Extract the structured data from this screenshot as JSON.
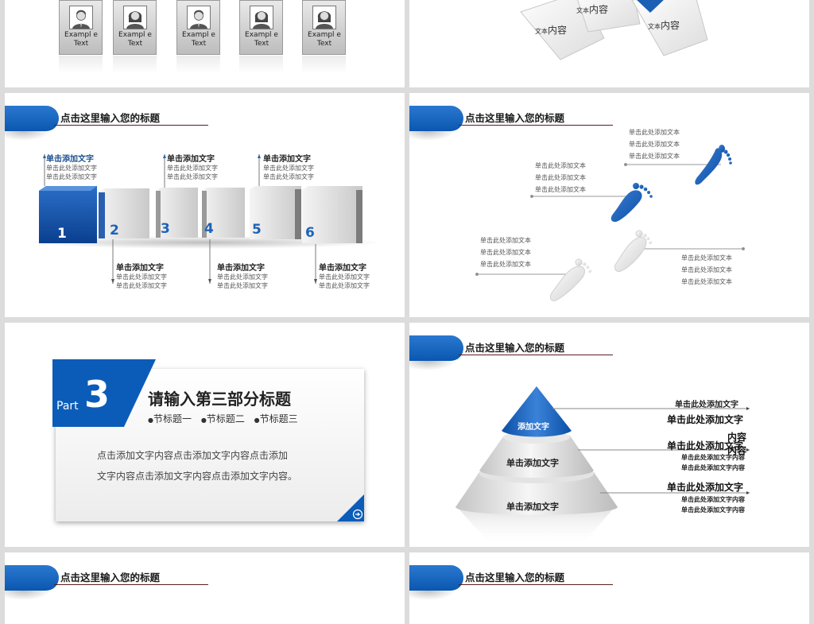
{
  "colors": {
    "accent": "#0b5cb8",
    "dark": "#1a1a1a",
    "grey": "#c8c8c8"
  },
  "slide_header_title": "点击这里输入您的标题",
  "avatars": [
    {
      "gender": "male",
      "label": "Exampl e Text"
    },
    {
      "gender": "female",
      "label": "Exampl e Text"
    },
    {
      "gender": "male",
      "label": "Exampl e Text"
    },
    {
      "gender": "female",
      "label": "Exampl e Text"
    },
    {
      "gender": "female",
      "label": "Exampl e Text"
    }
  ],
  "puzzle": {
    "small1": "文本",
    "big1": "内容",
    "small2": "文本",
    "big2": "内容",
    "small3": "文本",
    "big3": "内容"
  },
  "cubes": {
    "numbers": [
      "1",
      "2",
      "3",
      "4",
      "5",
      "6"
    ],
    "top_labels": [
      {
        "title": "单击添加文字",
        "lines": [
          "单击此处添加文字",
          "单击此处添加文字"
        ]
      },
      {
        "title": "单击添加文字",
        "lines": [
          "单击此处添加文字",
          "单击此处添加文字"
        ]
      },
      {
        "title": "单击添加文字",
        "lines": [
          "单击此处添加文字",
          "单击此处添加文字"
        ]
      }
    ],
    "bottom_labels": [
      {
        "title": "单击添加文字",
        "lines": [
          "单击此处添加文字",
          "单击此处添加文字"
        ]
      },
      {
        "title": "单击添加文字",
        "lines": [
          "单击此处添加文字",
          "单击此处添加文字"
        ]
      },
      {
        "title": "单击添加文字",
        "lines": [
          "单击此处添加文字",
          "单击此处添加文字"
        ]
      }
    ]
  },
  "footprints": {
    "line_text": "单击此处添加文本"
  },
  "part3": {
    "part": "Part",
    "number": "3",
    "title": "请输入第三部分标题",
    "subtitles": [
      "节标题一",
      "节标题二",
      "节标题三"
    ],
    "body_line1": "点击添加文字内容点击添加文字内容点击添加",
    "body_line2": "文字内容点击添加文字内容点击添加文字内容。"
  },
  "pyramid": {
    "top_label": "添加文字",
    "mid_label": "单击添加文字",
    "bot_label": "单击添加文字",
    "r1_title": "单击此处添加文字",
    "r1_heading": "单击此处添加文字",
    "r1_extra": "内容",
    "r2_heading": "单击此处添加文字",
    "r2_extra": "内容",
    "r2_line1": "单击此处添加文字内容",
    "r2_line2": "单击此处添加文字内容",
    "r3_heading": "单击此处添加文字",
    "r3_line1": "单击此处添加文字内容",
    "r3_line2": "单击此处添加文字内容"
  }
}
